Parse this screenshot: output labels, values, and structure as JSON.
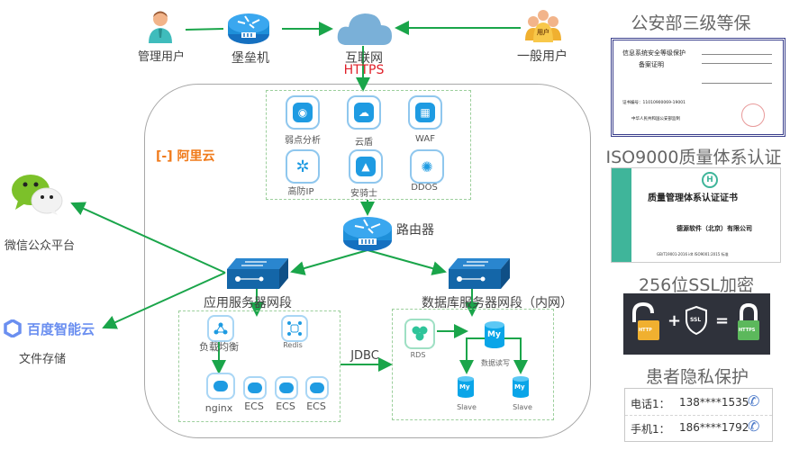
{
  "top": {
    "admin_user": "管理用户",
    "bastion": "堡垒机",
    "internet": "互联网",
    "https": "HTTPS",
    "general_user": "一般用户",
    "user_badge": "用户"
  },
  "aliyun": {
    "logo_text": "阿里云",
    "logo_mark": "[-]"
  },
  "security_services": [
    {
      "label": "弱点分析",
      "icon": "eye-shield-icon"
    },
    {
      "label": "云盾",
      "icon": "cloud-shield-icon"
    },
    {
      "label": "WAF",
      "icon": "firewall-icon"
    },
    {
      "label": "高防IP",
      "icon": "gear-icon"
    },
    {
      "label": "安骑士",
      "icon": "knight-shield-icon"
    },
    {
      "label": "DDOS",
      "icon": "burst-icon"
    }
  ],
  "router": {
    "label": "路由器"
  },
  "app_segment": {
    "label": "应用服务器网段",
    "load_balancer": "负载均衡",
    "redis": "Redis",
    "servers": [
      "nginx",
      "ECS",
      "ECS",
      "ECS"
    ]
  },
  "db_segment": {
    "label": "数据库服务器网段（内网）",
    "rds": "RDS",
    "master_label": "数据读写",
    "mysql_mark": "My",
    "slaves": [
      "Slave",
      "Slave"
    ]
  },
  "jdbc": "JDBC",
  "external": {
    "wechat": "微信公众平台",
    "baidu_logo": "百度智能云",
    "file_storage": "文件存储"
  },
  "certifications": {
    "mps": {
      "title": "公安部三级等保",
      "cert_heading_1": "信息系统安全等级保护",
      "cert_heading_2": "备案证明",
      "cert_no": "证书编号：11010900069-19001",
      "issuer": "中华人民共和国公安部监制"
    },
    "iso": {
      "title": "ISO9000质量体系认证",
      "cert_heading": "质量管理体系认证证书",
      "company": "德源软件（北京）有限公司",
      "standard": "GB/T19001-2016 idt ISO9001:2015 标准"
    },
    "ssl": {
      "title": "256位SSL加密",
      "http": "HTTP",
      "plus": "+",
      "ssl": "SSL",
      "equals": "=",
      "https": "HTTPS"
    },
    "privacy": {
      "title": "患者隐私保护",
      "rows": [
        {
          "label": "电话1：",
          "value": "138****1535"
        },
        {
          "label": "手机1：",
          "value": "186****1792"
        }
      ]
    }
  },
  "colors": {
    "arrow": "#1aa54a",
    "device_blue": "#1e8fd9",
    "switch_blue": "#1466a8",
    "aliyun_orange": "#f07a1a",
    "baidu_blue": "#6b8ff0",
    "https_red": "#e0202a"
  }
}
